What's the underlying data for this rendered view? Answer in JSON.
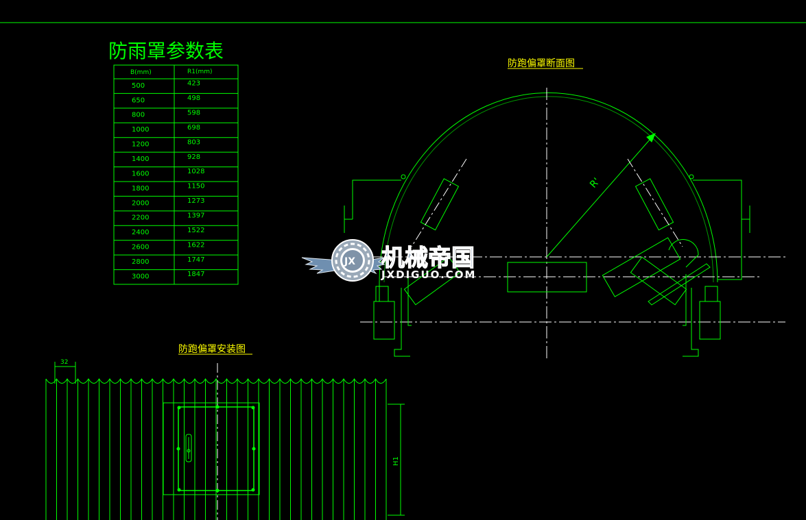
{
  "drawing": {
    "line_color": "#00ff00",
    "background_color": "#000000",
    "title_color": "#ffff00",
    "centerline_color": "#ffffff"
  },
  "table": {
    "title": "防雨罩参数表",
    "col_b_header": "B(mm)",
    "col_r_header": "R1(mm)",
    "rows": [
      {
        "b": "500",
        "r": "423"
      },
      {
        "b": "650",
        "r": "498"
      },
      {
        "b": "800",
        "r": "598"
      },
      {
        "b": "1000",
        "r": "698"
      },
      {
        "b": "1200",
        "r": "803"
      },
      {
        "b": "1400",
        "r": "928"
      },
      {
        "b": "1600",
        "r": "1028"
      },
      {
        "b": "1800",
        "r": "1150"
      },
      {
        "b": "2000",
        "r": "1273"
      },
      {
        "b": "2200",
        "r": "1397"
      },
      {
        "b": "2400",
        "r": "1522"
      },
      {
        "b": "2600",
        "r": "1622"
      },
      {
        "b": "2800",
        "r": "1747"
      },
      {
        "b": "3000",
        "r": "1847"
      }
    ]
  },
  "section_view": {
    "title": "防跑偏罩断面图",
    "radius_label": "R'"
  },
  "install_view": {
    "title": "防跑偏罩安装图",
    "pitch_dimension": "32",
    "height_dimension": "H1"
  },
  "watermark": {
    "name": "机械帝国",
    "site": "JXDIGUO.COM",
    "emblem_letters": "JX",
    "icon": "gear-wings-logo"
  }
}
